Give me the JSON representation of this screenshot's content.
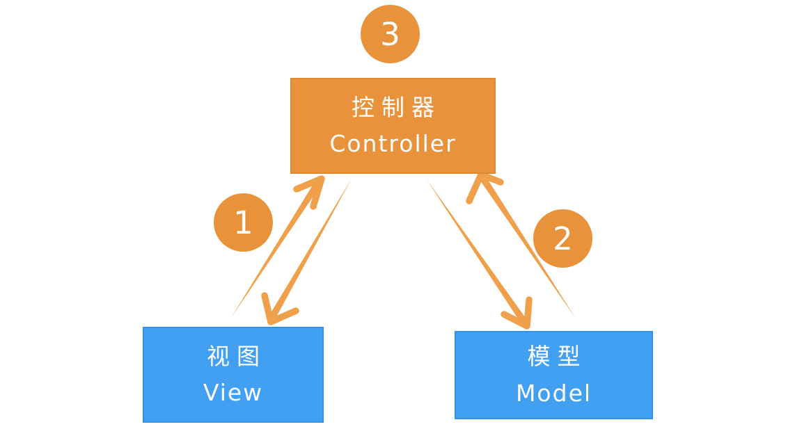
{
  "theme": {
    "background": "#ffffff",
    "orange": "#e8933c",
    "orange_border": "#de882f",
    "arrow_orange": "#f0a04a",
    "blue": "#42a0f3",
    "blue_border": "#2f93ea",
    "label_color": "#ffffff"
  },
  "nodes": {
    "controller": {
      "title_zh": "控制器",
      "title_en": "Controller"
    },
    "view": {
      "title_zh": "视图",
      "title_en": "View"
    },
    "model": {
      "title_zh": "模型",
      "title_en": "Model"
    }
  },
  "badges": {
    "controller_top": "3",
    "view_controller_link": "1",
    "controller_model_link": "2"
  }
}
